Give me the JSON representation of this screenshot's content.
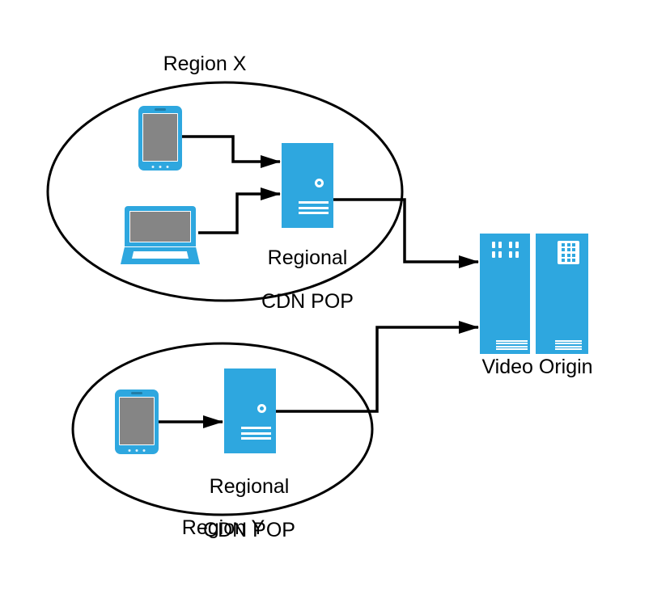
{
  "colors": {
    "background": "#ffffff",
    "device_blue": "#2EA7DF",
    "screen_gray": "#858585",
    "line_black": "#000000"
  },
  "regions": {
    "x": {
      "label": "Region X",
      "devices": [
        {
          "icon": "tablet-icon"
        },
        {
          "icon": "laptop-icon"
        }
      ],
      "pop": {
        "icon": "server-icon",
        "label_line1": "Regional",
        "label_line2": "CDN POP"
      }
    },
    "y": {
      "label": "Region Y",
      "devices": [
        {
          "icon": "tablet-icon"
        }
      ],
      "pop": {
        "icon": "server-icon",
        "label_line1": "Regional",
        "label_line2": "CDN POP"
      }
    }
  },
  "origin": {
    "label": "Video Origin",
    "icons": [
      "rack-icon",
      "rack-icon"
    ]
  },
  "edges": [
    {
      "from": "tablet-x",
      "to": "regional-cdn-pop-x"
    },
    {
      "from": "laptop-x",
      "to": "regional-cdn-pop-x"
    },
    {
      "from": "regional-cdn-pop-x",
      "to": "video-origin"
    },
    {
      "from": "tablet-y",
      "to": "regional-cdn-pop-y"
    },
    {
      "from": "regional-cdn-pop-y",
      "to": "video-origin"
    }
  ]
}
